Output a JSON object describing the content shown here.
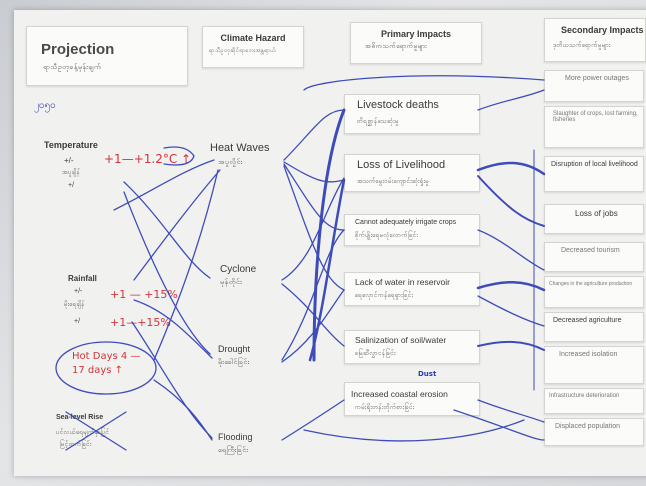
{
  "projection": {
    "title": "Projection",
    "subtitle": "ရာသီဥတုခန့်မှန်းချက်"
  },
  "handwritten": {
    "year": "၂၀၅၀",
    "temp_note": "+1—+1.2°C ↑",
    "rain_note_1": "+1 — +15%",
    "rain_note_2": "+1—+15%",
    "hot_days": "Hot Days 4 — 17 days ↑"
  },
  "variables": {
    "temperature": {
      "label": "Temperature",
      "pm": "+/-",
      "my": "အပူချိန်",
      "sym": "+/"
    },
    "rainfall": {
      "label": "Rainfall",
      "pm": "+/-",
      "my": "မိုးရေချိန်",
      "sym": "+/"
    },
    "sea_level": {
      "label": "Sea-level Rise",
      "my": "ပင်လယ်ရေမျက်နှာပြင်",
      "my2": "မြင့်တက်ခြင်း"
    }
  },
  "hazards": {
    "header": "Climate Hazard",
    "header_my": "ရာသီဥတုဆိုင်ရာဘေးအန္တရာယ်",
    "items": [
      "Heat Waves",
      "Cyclone",
      "Drought",
      "Flooding"
    ],
    "items_my": [
      "အပူလှိုင်း",
      "မုန်တိုင်း",
      "မိုးခေါင်ခြင်း",
      "ရေကြီးခြင်း"
    ]
  },
  "primary": {
    "header": "Primary Impacts",
    "header_my": "အဓိကသက်ရောက်မှုများ",
    "items": [
      "Livestock deaths",
      "Loss of Livelihood",
      "Cannot adequately irrigate crops",
      "Lack of water in reservoir",
      "Salinization of soil/water",
      "Increased coastal erosion"
    ],
    "items_my": [
      "တိရစ္ဆာန်သေဆုံးမှု",
      "အသက်မွေးဝမ်းကျောင်းဆုံးရှုံးမှု",
      "စိုက်ပျိုးရေမလုံလောက်ခြင်း",
      "ရေလှောင်ကန်ရေရှားခြင်း",
      "မြေဆီလွှာငန်ခြင်း",
      "ကမ်းရိုးတန်းတိုက်စားခြင်း"
    ],
    "handwritten_addition": "Dust"
  },
  "secondary": {
    "header": "Secondary Impacts",
    "header_my": "ဒုတိယသက်ရောက်မှုများ",
    "items": [
      "More power outages",
      "Slaughter of crops, lost farming, fisheries",
      "Disruption of local livelihood",
      "Loss of jobs",
      "Decreased tourism",
      "Changes in the agriculture production",
      "Decreased agriculture",
      "Increased isolation",
      "Infrastructure deterioration",
      "Displaced population"
    ]
  },
  "colors": {
    "ink": "#2b3bb5",
    "marker_red": "#d4333a",
    "paper": "#f1f1ef"
  }
}
